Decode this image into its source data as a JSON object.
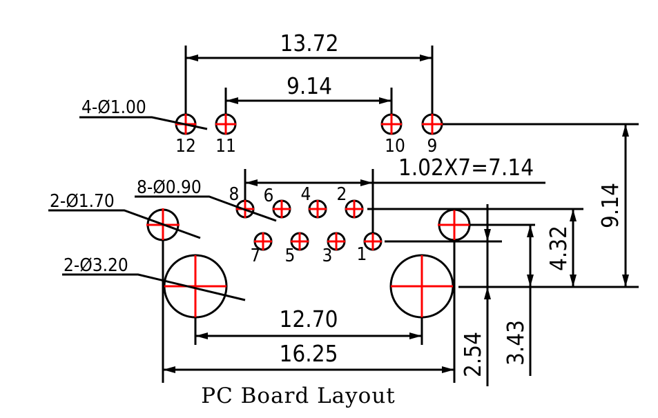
{
  "dimensions": {
    "top_pitch_outer": "13.72",
    "top_pitch_inner": "9.14",
    "pin_pitch": "1.02X7=7.14",
    "lower_mount_spacing": "12.70",
    "overall_width": "16.25",
    "right_height": "9.14",
    "offset_432": "4.32",
    "offset_254": "2.54",
    "offset_343": "3.43"
  },
  "callouts": {
    "top_holes": "4-Ø1.00",
    "signal_holes": "8-Ø0.90",
    "small_mount": "2-Ø1.70",
    "large_mount": "2-Ø3.20"
  },
  "pin_labels": {
    "p12": "12",
    "p11": "11",
    "p10": "10",
    "p9": "9",
    "p8": "8",
    "p6": "6",
    "p4": "4",
    "p2": "2",
    "p7": "7",
    "p5": "5",
    "p3": "3",
    "p1": "1"
  },
  "caption": "PC Board Layout",
  "colors": {
    "line": "#000000",
    "center_mark": "#ff0000",
    "background": "#ffffff"
  }
}
